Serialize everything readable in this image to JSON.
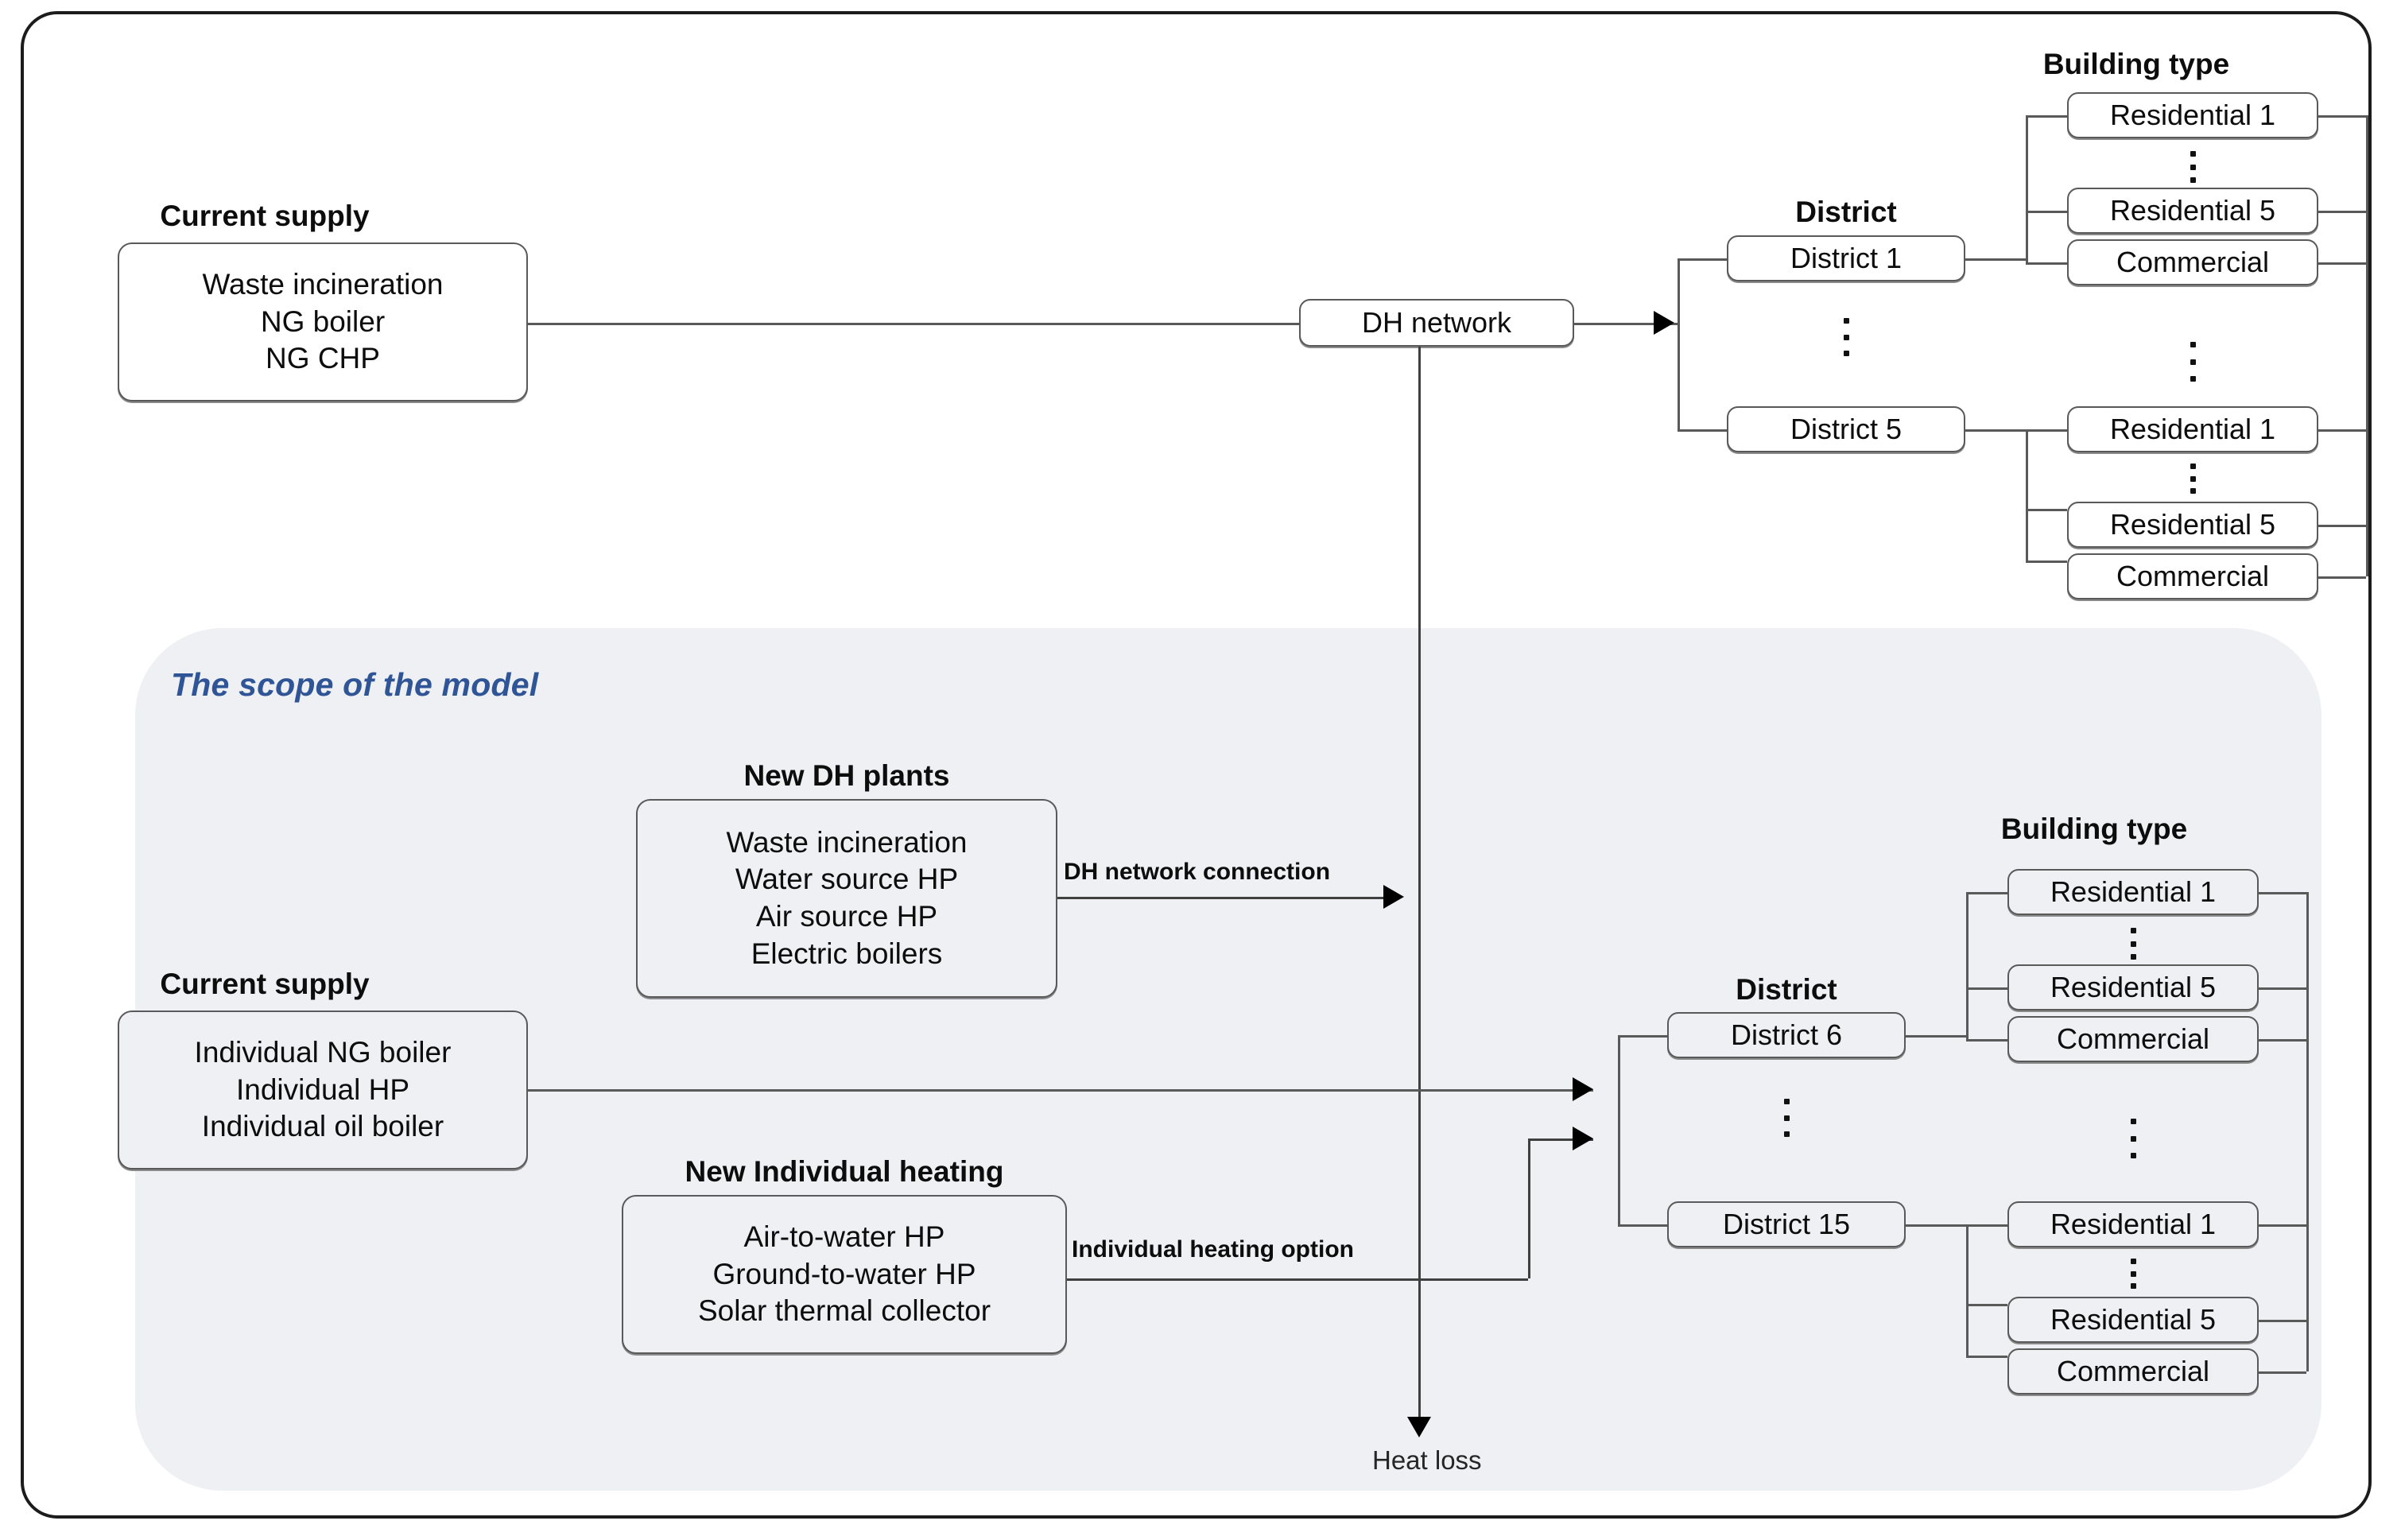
{
  "diagram": {
    "title_label": "The scope of the model",
    "scope_accent_color": "#2f5597",
    "scope_background_color": "#eef0f4",
    "line_color": "#595959"
  },
  "top_section": {
    "current_supply": {
      "caption": "Current supply",
      "items": [
        "Waste incineration",
        "NG boiler",
        "NG CHP"
      ]
    },
    "network": {
      "label": "DH network"
    },
    "district": {
      "caption": "District",
      "first": "District 1",
      "last": "District 5",
      "ellipsis": "⋮"
    },
    "building_type": {
      "caption": "Building type",
      "group_a": [
        "Residential 1",
        "Residential 5",
        "Commercial"
      ],
      "group_b": [
        "Residential 1",
        "Residential 5",
        "Commercial"
      ]
    }
  },
  "scope_section": {
    "current_supply": {
      "caption": "Current supply",
      "items": [
        "Individual NG boiler",
        "Individual HP",
        "Individual oil boiler"
      ]
    },
    "new_dh_plants": {
      "caption": "New DH plants",
      "items": [
        "Waste incineration",
        "Water source HP",
        "Air source HP",
        "Electric boilers"
      ]
    },
    "new_individual_heating": {
      "caption": "New Individual heating",
      "items": [
        "Air-to-water HP",
        "Ground-to-water HP",
        "Solar thermal collector"
      ]
    },
    "edge_labels": {
      "dh_network_connection": "DH network connection",
      "individual_heating_option": "Individual heating option"
    },
    "heat_loss": {
      "label": "Heat loss"
    },
    "district": {
      "caption": "District",
      "first": "District 6",
      "last": "District 15",
      "ellipsis": "⋮"
    },
    "building_type": {
      "caption": "Building type",
      "group_a": [
        "Residential 1",
        "Residential 5",
        "Commercial"
      ],
      "group_b": [
        "Residential 1",
        "Residential 5",
        "Commercial"
      ]
    }
  }
}
